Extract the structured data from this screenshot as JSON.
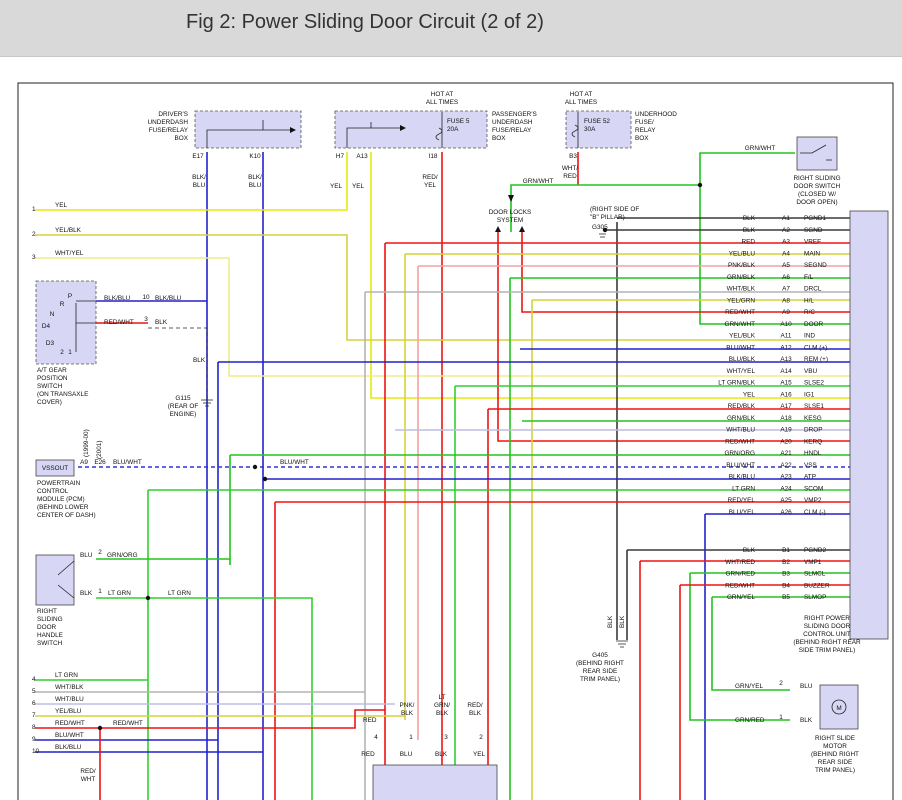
{
  "title": "Fig 2: Power Sliding Door Circuit (2 of 2)",
  "boxes": {
    "driver_fuse": [
      "DRIVER'S",
      "UNDERDASH",
      "FUSE/RELAY",
      "BOX"
    ],
    "pass_fuse": [
      "PASSENGER'S",
      "UNDERDASH",
      "FUSE/RELAY",
      "BOX"
    ],
    "underhood_fuse": [
      "UNDERHOOD",
      "FUSE/",
      "RELAY",
      "BOX"
    ],
    "hot_at_all_times": [
      "HOT AT",
      "ALL TIMES"
    ],
    "fuse5": [
      "FUSE 5",
      "20A"
    ],
    "fuse52": [
      "FUSE 52",
      "30A"
    ],
    "door_switch": [
      "RIGHT SLIDING",
      "DOOR SWITCH",
      "(CLOSED W/",
      "DOOR OPEN)"
    ],
    "door_locks": [
      "DOOR LOCKS",
      "SYSTEM"
    ],
    "pillar": [
      "(RIGHT SIDE OF",
      "\"B\" PILLAR)"
    ],
    "g305": "G305",
    "g115": [
      "G115",
      "(REAR OF",
      "ENGINE)"
    ],
    "g405": [
      "G405",
      "(BEHIND RIGHT",
      "REAR SIDE",
      "TRIM PANEL)"
    ],
    "at_switch": [
      "A/T GEAR",
      "POSITION",
      "SWITCH",
      "(ON TRANSAXLE",
      "COVER)"
    ],
    "pcm": [
      "POWERTRAIN",
      "CONTROL",
      "MODULE (PCM)",
      "(BEHIND LOWER",
      "CENTER OF DASH)"
    ],
    "vssout": "VSSOUT",
    "handle_switch": [
      "RIGHT",
      "SLIDING",
      "DOOR",
      "HANDLE",
      "SWITCH"
    ],
    "control_unit": [
      "RIGHT POWER",
      "SLIDING DOOR",
      "CONTROL UNIT",
      "(BEHIND RIGHT REAR",
      "SIDE TRIM PANEL)"
    ],
    "motor": [
      "RIGHT SLIDE",
      "MOTOR",
      "(BEHIND RIGHT",
      "REAR SIDE",
      "TRIM PANEL)"
    ],
    "motor_letter": "M",
    "gear_letters": [
      "P",
      "R",
      "N",
      "D4",
      "D3",
      "2",
      "1"
    ],
    "years": [
      "(1999-00)",
      "(2001)"
    ]
  },
  "terminal_ids": {
    "e17": "E17",
    "k10": "K10",
    "h7": "H7",
    "a13": "A13",
    "i18": "I18",
    "b3": "B3",
    "a9": "A9",
    "e26": "E26"
  },
  "wire_labels": {
    "e17": [
      "BLK/",
      "BLU"
    ],
    "k10": [
      "BLK/",
      "BLU"
    ],
    "i18": [
      "RED/",
      "YEL"
    ],
    "b3": [
      "WHT/",
      "RED"
    ],
    "yel_a": "YEL",
    "yel_b": "YEL",
    "grnwht_top": "GRN/WHT",
    "grnwht_sw": "GRN/WHT",
    "left1": "YEL",
    "left2": "YEL/BLK",
    "left3": "WHT/YEL",
    "blkblu_a": "BLK/BLU",
    "blkblu_b": "BLK/BLU",
    "redwht": "RED/WHT",
    "blk_g": "BLK",
    "blk_g2": "BLK",
    "vss_a": "BLU/WHT",
    "vss_b": "BLU/WHT",
    "h_blu": "BLU",
    "h_grnorg": "GRN/ORG",
    "h_blk": "BLK",
    "h_ltgrn": "LT GRN",
    "h_ltgrn2": "LT GRN",
    "bl4": "LT GRN",
    "bl5": "WHT/BLK",
    "bl6": "WHT/BLU",
    "bl7": "YEL/BLU",
    "bl8": "RED/WHT",
    "bl8b": "RED/WHT",
    "bl9": "BLU/WHT",
    "bl10": "BLK/BLU",
    "red_bot": "RED",
    "redwht_bot": [
      "RED/",
      "WHT"
    ],
    "g405w": "BLK",
    "g405w2": "BLK",
    "m_grnyel": "GRN/YEL",
    "m_grnred": "GRN/RED",
    "m_blu": "BLU",
    "m_blk": "BLK",
    "conn_pnk": [
      "PNK/",
      "BLK"
    ],
    "conn_lt": [
      "LT",
      "GRN/",
      "BLK"
    ],
    "conn_red": [
      "RED/",
      "BLK"
    ],
    "conn_bot": [
      "RED",
      "BLU",
      "BLK",
      "YEL"
    ]
  },
  "left_pins": [
    "1",
    "2",
    "3",
    "4",
    "5",
    "6",
    "7",
    "8",
    "9",
    "10"
  ],
  "misc_pins": {
    "p10": "10",
    "p3": "3",
    "p2": "2",
    "p1": "1",
    "m2": "2",
    "m1": "1",
    "c4": "4",
    "c1": "1",
    "c3": "3",
    "c2": "2"
  },
  "control_rows": [
    {
      "wire": "BLK",
      "pin": "A1",
      "name": "PGND1"
    },
    {
      "wire": "BLK",
      "pin": "A2",
      "name": "SGND"
    },
    {
      "wire": "RED",
      "pin": "A3",
      "name": "VREF"
    },
    {
      "wire": "YEL/BLU",
      "pin": "A4",
      "name": "MAIN"
    },
    {
      "wire": "PNK/BLK",
      "pin": "A5",
      "name": "SEGND"
    },
    {
      "wire": "GRN/BLK",
      "pin": "A6",
      "name": "F/L"
    },
    {
      "wire": "WHT/BLK",
      "pin": "A7",
      "name": "DRCL"
    },
    {
      "wire": "YEL/GRN",
      "pin": "A8",
      "name": "H/L"
    },
    {
      "wire": "RED/WHT",
      "pin": "A9",
      "name": "R/C"
    },
    {
      "wire": "GRN/WHT",
      "pin": "A10",
      "name": "DOOR"
    },
    {
      "wire": "YEL/BLK",
      "pin": "A11",
      "name": "IND"
    },
    {
      "wire": "BLU/WHT",
      "pin": "A12",
      "name": "CLM (+)"
    },
    {
      "wire": "BLU/BLK",
      "pin": "A13",
      "name": "REM (+)"
    },
    {
      "wire": "WHT/YEL",
      "pin": "A14",
      "name": "VBU"
    },
    {
      "wire": "LT GRN/BLK",
      "pin": "A15",
      "name": "SLSE2"
    },
    {
      "wire": "YEL",
      "pin": "A16",
      "name": "IG1"
    },
    {
      "wire": "RED/BLK",
      "pin": "A17",
      "name": "SLSE1"
    },
    {
      "wire": "GRN/BLK",
      "pin": "A18",
      "name": "KESG"
    },
    {
      "wire": "WHT/BLU",
      "pin": "A19",
      "name": "DROP"
    },
    {
      "wire": "RED/WHT",
      "pin": "A20",
      "name": "KERQ"
    },
    {
      "wire": "GRN/ORG",
      "pin": "A21",
      "name": "HNDL"
    },
    {
      "wire": "BLU/WHT",
      "pin": "A22",
      "name": "VSS"
    },
    {
      "wire": "BLK/BLU",
      "pin": "A23",
      "name": "ATP"
    },
    {
      "wire": "LT GRN",
      "pin": "A24",
      "name": "SCOM"
    },
    {
      "wire": "RED/YEL",
      "pin": "A25",
      "name": "VMP2"
    },
    {
      "wire": "BLU/YEL",
      "pin": "A26",
      "name": "CLM (-)"
    }
  ],
  "control_rows_b": [
    {
      "wire": "BLK",
      "pin": "B1",
      "name": "PGND2"
    },
    {
      "wire": "WHT/RED",
      "pin": "B2",
      "name": "VMP1"
    },
    {
      "wire": "GRN/RED",
      "pin": "B3",
      "name": "SLMCL"
    },
    {
      "wire": "RED/WHT",
      "pin": "B4",
      "name": "BUZZER"
    },
    {
      "wire": "GRN/YEL",
      "pin": "B5",
      "name": "SLMOP"
    }
  ]
}
